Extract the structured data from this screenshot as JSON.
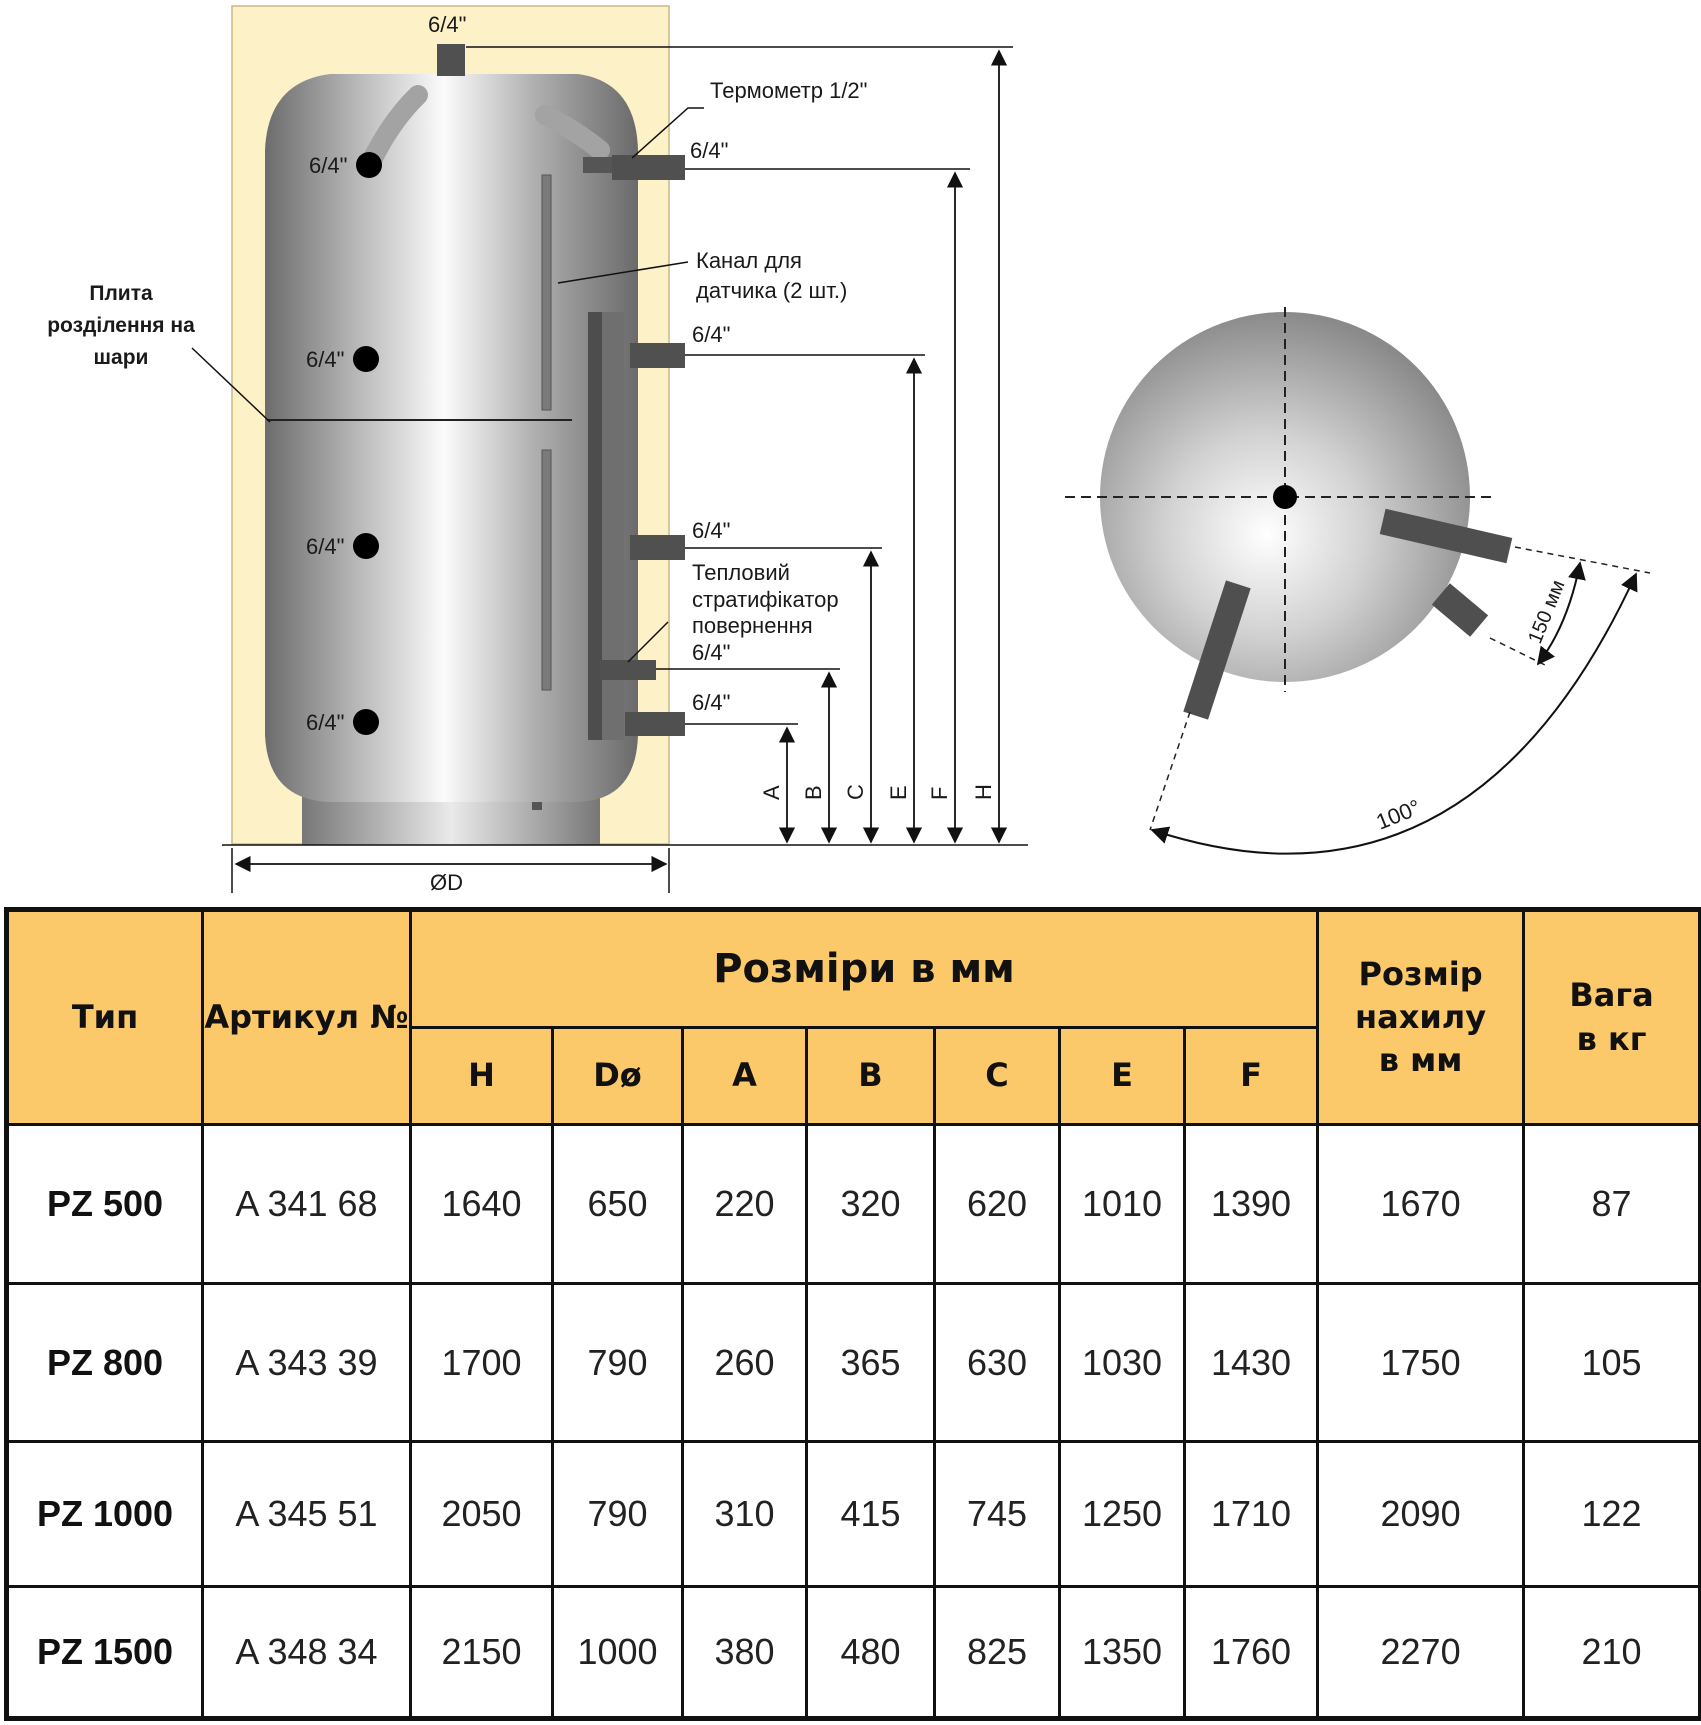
{
  "diagram": {
    "side_view": {
      "top_port": "6/4\"",
      "thermometer": "Термометр 1/2\"",
      "right_ports": [
        "6/4\"",
        "6/4\"",
        "6/4\"",
        "6/4\""
      ],
      "left_ports": [
        "6/4\"",
        "6/4\"",
        "6/4\"",
        "6/4\""
      ],
      "sensor_channel_line1": "Канал для",
      "sensor_channel_line2": "датчика (2 шт.)",
      "plate_line1": "Плита",
      "plate_line2": "розділення на",
      "plate_line3": "шари",
      "stratifier_line1": "Тепловий",
      "stratifier_line2": "стратифікатор",
      "stratifier_line3": "повернення",
      "stratifier_line4": "6/4\"",
      "dimension_labels": [
        "A",
        "B",
        "C",
        "E",
        "F",
        "H"
      ],
      "diameter_label": "ØD"
    },
    "top_view": {
      "distance_label": "150 мм",
      "angle_label": "100°"
    },
    "colors": {
      "background_panel": "#fdf1c7",
      "tank": "#8f8f8f",
      "pipe": "#505050"
    }
  },
  "table": {
    "headers": {
      "type": "Тип",
      "article": "Артикул №",
      "dimensions": "Розміри в мм",
      "tilt_line1": "Розмір",
      "tilt_line2": "нахилу",
      "tilt_line3": "в мм",
      "weight_line1": "Вага",
      "weight_line2": "в кг"
    },
    "sub_headers": [
      "H",
      "Dø",
      "A",
      "B",
      "C",
      "E",
      "F"
    ],
    "rows": [
      [
        "PZ 500",
        "A 341 68",
        "1640",
        "650",
        "220",
        "320",
        "620",
        "1010",
        "1390",
        "1670",
        "87"
      ],
      [
        "PZ 800",
        "A 343 39",
        "1700",
        "790",
        "260",
        "365",
        "630",
        "1030",
        "1430",
        "1750",
        "105"
      ],
      [
        "PZ 1000",
        "A 345 51",
        "2050",
        "790",
        "310",
        "415",
        "745",
        "1250",
        "1710",
        "2090",
        "122"
      ],
      [
        "PZ 1500",
        "A 348 34",
        "2150",
        "1000",
        "380",
        "480",
        "825",
        "1350",
        "1760",
        "2270",
        "210"
      ]
    ],
    "header_color": "#fcc96a"
  }
}
